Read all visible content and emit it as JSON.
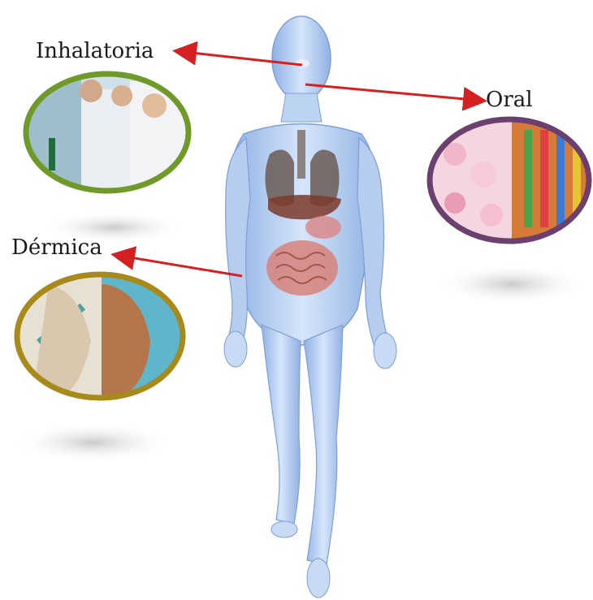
{
  "routes": {
    "inhalation": "Inhalatoria",
    "oral": "Oral",
    "dermal": "Dérmica"
  },
  "photos": {
    "inhalation": "laboratory-workers-photo",
    "oral": "candies-photo",
    "dermal": "syringe-and-sunbathing-photo"
  },
  "colors": {
    "arrow": "#d42020",
    "body": "#a9c6ee",
    "inhalation_ring": "#6f9a2a",
    "oral_ring": "#6b3f6e",
    "dermal_ring": "#a88a1a"
  }
}
